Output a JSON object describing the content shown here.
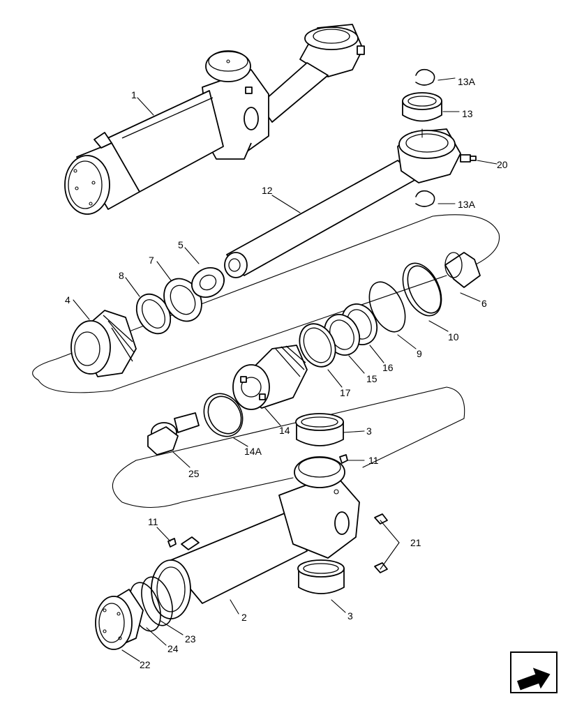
{
  "labels": {
    "p1": "1",
    "p2": "2",
    "p3a": "3",
    "p3b": "3",
    "p4": "4",
    "p5": "5",
    "p6": "6",
    "p7": "7",
    "p8": "8",
    "p9": "9",
    "p10": "10",
    "p11a": "11",
    "p11b": "11",
    "p12": "12",
    "p13": "13",
    "p13a_top": "13A",
    "p13a_bot": "13A",
    "p14": "14",
    "p14a": "14A",
    "p15": "15",
    "p16": "16",
    "p17": "17",
    "p20": "20",
    "p21": "21",
    "p22": "22",
    "p23": "23",
    "p24": "24",
    "p25": "25"
  },
  "icons": {
    "corner": "next-page-arrow-icon"
  }
}
